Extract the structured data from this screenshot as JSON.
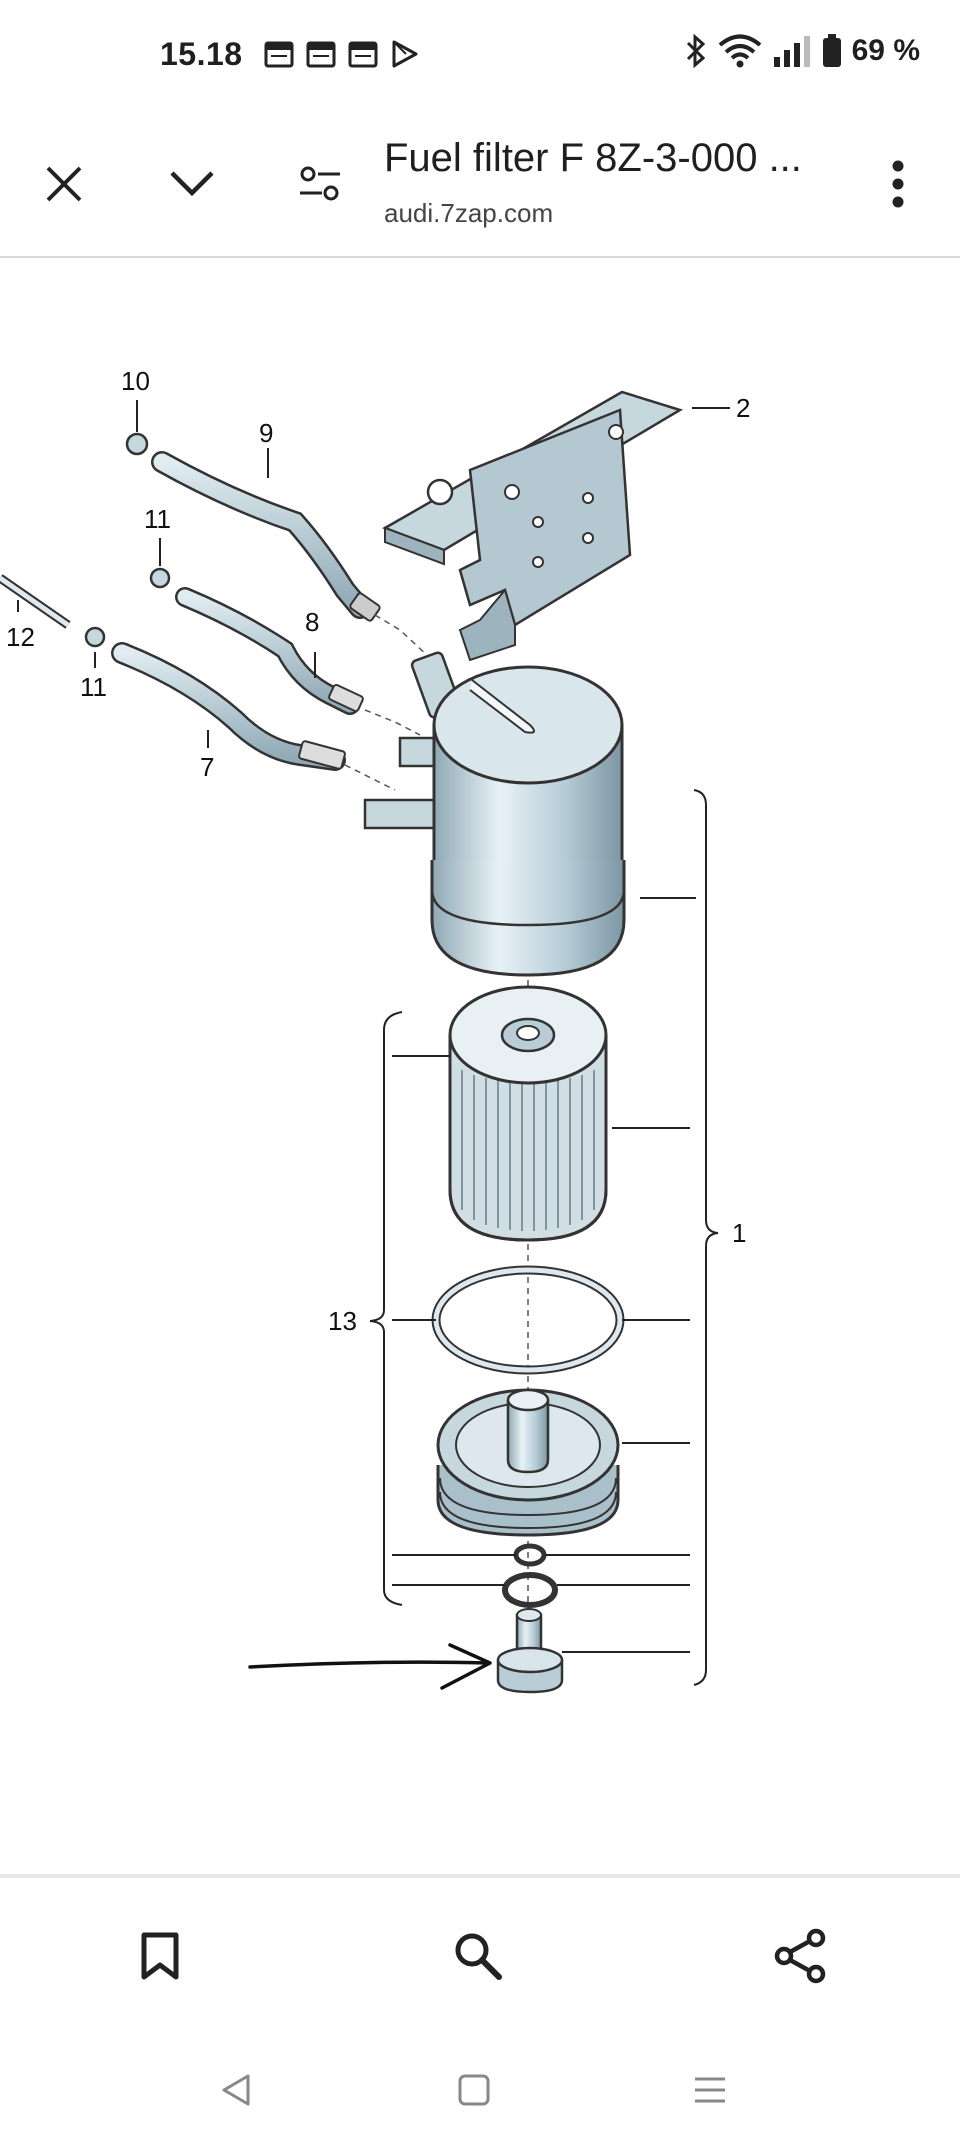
{
  "status_bar": {
    "time": "15.18",
    "battery_text": "69 %",
    "icons": [
      "calendar-icon",
      "calendar-icon",
      "calendar-icon",
      "play-store-icon",
      "bluetooth-icon",
      "wifi-icon",
      "signal-icon",
      "battery-icon"
    ]
  },
  "app_bar": {
    "title": "Fuel filter F 8Z-3-000 ...",
    "url": "audi.7zap.com",
    "icons": [
      "close-icon",
      "chevron-down-icon",
      "tune-icon",
      "more-vert-icon"
    ]
  },
  "diagram": {
    "labels": {
      "l1": "1",
      "l2": "2",
      "l7": "7",
      "l8": "8",
      "l9": "9",
      "l10": "10",
      "l11a": "11",
      "l11b": "11",
      "l12": "12",
      "l13": "13"
    }
  },
  "bottom_bar": {
    "icons": [
      "bookmark-icon",
      "search-icon",
      "share-icon"
    ]
  },
  "system_nav": {
    "icons": [
      "back-icon",
      "home-icon",
      "recents-icon"
    ]
  },
  "colors": {
    "part_fill": "#b9cdd6",
    "part_stroke": "#333333",
    "divider": "#d9d9d9"
  }
}
